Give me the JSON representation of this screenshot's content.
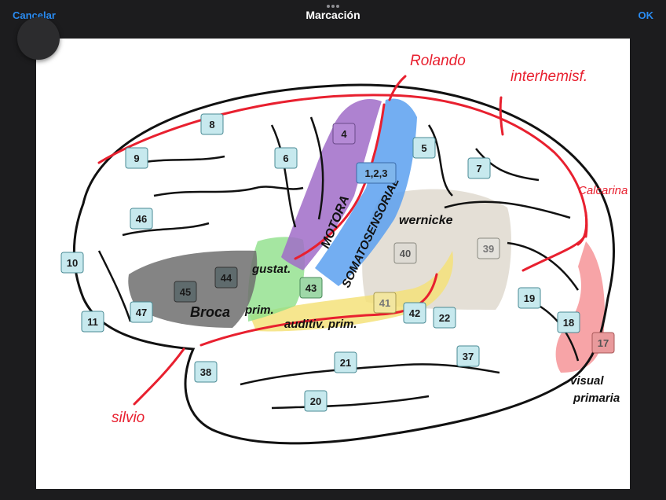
{
  "toolbar": {
    "cancel_label": "Cancelar",
    "title": "Marcación",
    "ok_label": "OK"
  },
  "areas": [
    "8",
    "9",
    "6",
    "4",
    "5",
    "7",
    "1,2,3",
    "46",
    "10",
    "44",
    "45",
    "43",
    "40",
    "39",
    "11",
    "47",
    "41",
    "42",
    "22",
    "19",
    "18",
    "17",
    "38",
    "21",
    "37",
    "20"
  ],
  "annotations": {
    "rolando": "Rolando",
    "interhemisf": "interhemisf.",
    "calcarina": "Calcarina",
    "motora": "MOTORA",
    "somatosensorial": "SOMATOSENSORIAL",
    "wernicke": "wernicke",
    "gustat": "gustat.",
    "prim": "prim.",
    "broca": "Broca",
    "auditiv": "auditiv. prim.",
    "silvio": "silvio",
    "visual": "visual",
    "primaria": "primaria"
  },
  "colors": {
    "accent": "#2a8cf2",
    "ink_red": "#e8202f",
    "motor": "#a06cc8",
    "sensory": "#5aa0f0",
    "broca": "#6e6e6e",
    "gustatory": "#8fe08a",
    "auditory": "#f5e27a",
    "wernicke": "#d8d2c4",
    "visual": "#f4868a"
  }
}
